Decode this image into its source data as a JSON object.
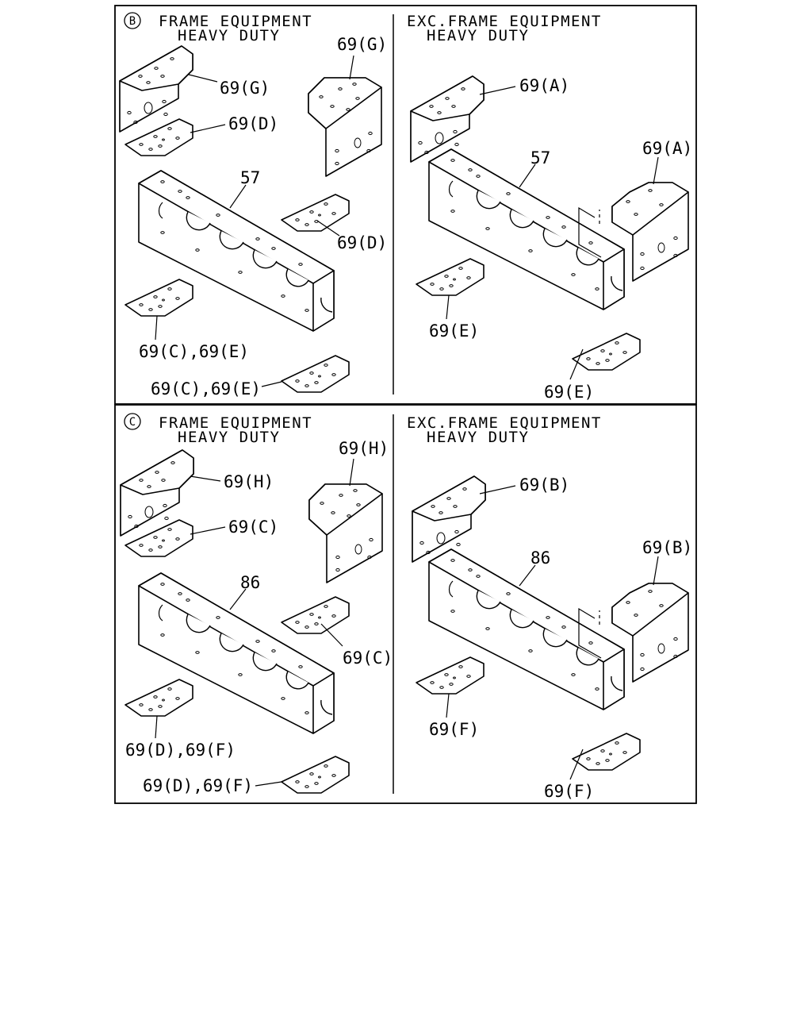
{
  "panels": [
    {
      "marker": "B",
      "left": {
        "header_line1": "FRAME EQUIPMENT",
        "header_line2": "HEAVY DUTY",
        "labels": {
          "bracket_top": "69(G)",
          "upright": "69(G)",
          "plate_mid": "69(D)",
          "channel": "57",
          "plate_right": "69(D)",
          "plate_bottom": "69(C),69(E)",
          "plate_lower": "69(C),69(E)"
        }
      },
      "right": {
        "header_line1": "EXC.FRAME EQUIPMENT",
        "header_line2": "HEAVY DUTY",
        "labels": {
          "bracket_top": "69(A)",
          "channel": "57",
          "box": "69(A)",
          "plate_left": "69(E)",
          "plate_lower": "69(E)"
        }
      }
    },
    {
      "marker": "C",
      "left": {
        "header_line1": "FRAME EQUIPMENT",
        "header_line2": "HEAVY DUTY",
        "labels": {
          "bracket_top": "69(H)",
          "upright": "69(H)",
          "plate_mid": "69(C)",
          "channel": "86",
          "plate_right": "69(C)",
          "plate_bottom": "69(D),69(F)",
          "plate_lower": "69(D),69(F)"
        }
      },
      "right": {
        "header_line1": "EXC.FRAME EQUIPMENT",
        "header_line2": "HEAVY DUTY",
        "labels": {
          "bracket_top": "69(B)",
          "channel": "86",
          "box": "69(B)",
          "plate_left": "69(F)",
          "plate_lower": "69(F)"
        }
      }
    }
  ]
}
